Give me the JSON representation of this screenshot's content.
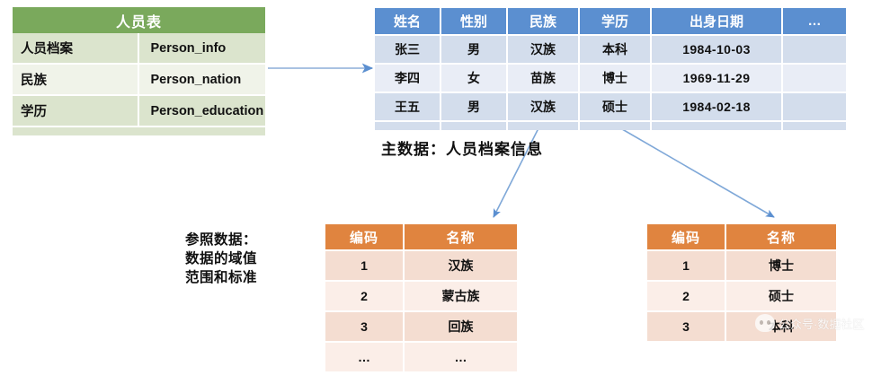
{
  "person_table": {
    "title": "人员表",
    "rows": [
      {
        "key": "人员档案",
        "value": "Person_info"
      },
      {
        "key": "民族",
        "value": "Person_nation"
      },
      {
        "key": "学历",
        "value": "Person_education"
      }
    ]
  },
  "master_table": {
    "caption": "主数据：人员档案信息",
    "headers": [
      "姓名",
      "性别",
      "民族",
      "学历",
      "出身日期",
      "…"
    ],
    "rows": [
      [
        "张三",
        "男",
        "汉族",
        "本科",
        "1984-10-03",
        ""
      ],
      [
        "李四",
        "女",
        "苗族",
        "博士",
        "1969-11-29",
        ""
      ],
      [
        "王五",
        "男",
        "汉族",
        "硕士",
        "1984-02-18",
        ""
      ]
    ]
  },
  "reference": {
    "caption_line1": "参照数据：",
    "caption_line2": "数据的域值",
    "caption_line3": "范围和标准",
    "nation_table": {
      "headers": [
        "编码",
        "名称"
      ],
      "rows": [
        [
          "1",
          "汉族"
        ],
        [
          "2",
          "蒙古族"
        ],
        [
          "3",
          "回族"
        ],
        [
          "…",
          "…"
        ]
      ]
    },
    "education_table": {
      "headers": [
        "编码",
        "名称"
      ],
      "rows": [
        [
          "1",
          "博士"
        ],
        [
          "2",
          "硕士"
        ],
        [
          "3",
          "本科"
        ]
      ]
    }
  },
  "watermark": {
    "text": "公众号·数据社区"
  },
  "colors": {
    "green_header": "#7aa95c",
    "green_row": "#dbe4cd",
    "blue_header": "#5b8fd0",
    "blue_row": "#d3ddec",
    "orange_header": "#e0843f",
    "orange_row": "#f4ddd1",
    "arrow": "#5b8fd0"
  }
}
